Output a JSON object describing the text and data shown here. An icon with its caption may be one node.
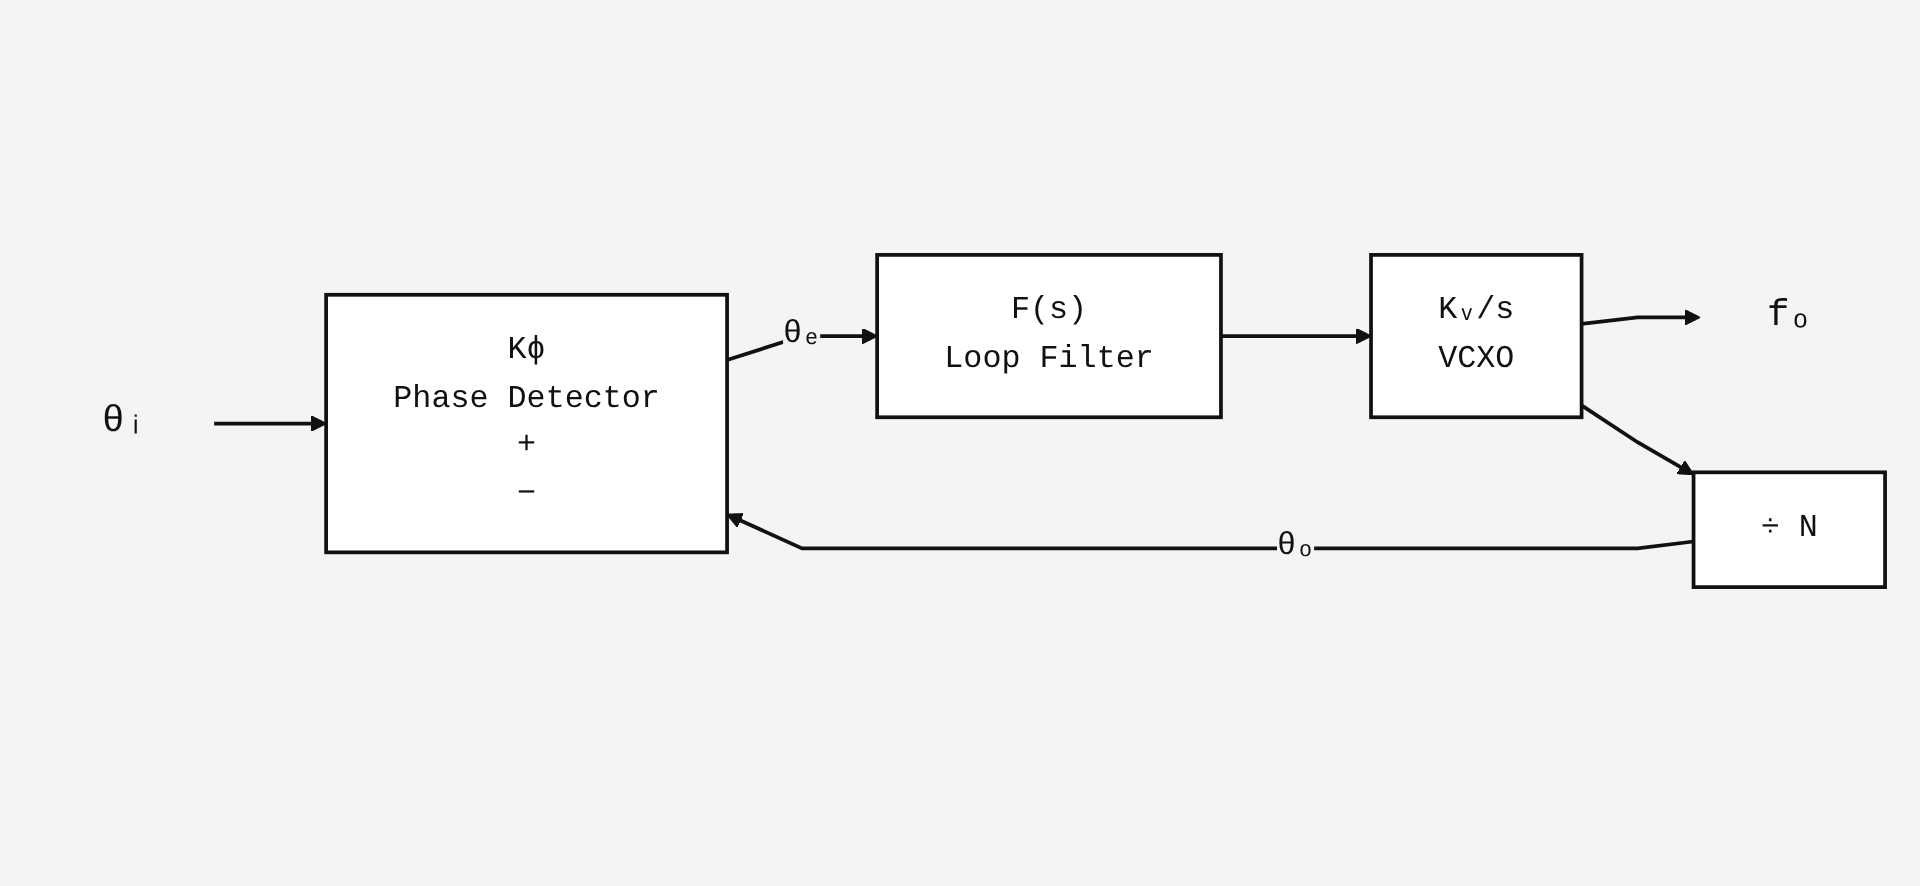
{
  "diagram": {
    "nodes": [
      {
        "text": [
          "θᵢ"
        ]
      },
      {
        "text": [
          "Kϕ",
          "Phase Detector",
          "+",
          "−"
        ]
      },
      {
        "text": [
          "F(s)",
          "Loop Filter"
        ]
      },
      {
        "text": [
          "Kᵥ/s",
          "VCXO"
        ]
      },
      {
        "text": [
          "fₒ"
        ]
      },
      {
        "text": [
          "÷ N"
        ]
      }
    ],
    "edges": [
      {
        "from": 0,
        "to": 1,
        "arrow": "to"
      },
      {
        "from": 1,
        "to": 2,
        "label": "θₑ",
        "arrow": "to"
      },
      {
        "from": 2,
        "to": 3,
        "arrow": "to"
      },
      {
        "from": 3,
        "to": 4,
        "arrow": "to"
      },
      {
        "from": 3,
        "to": 5,
        "arrow": "to"
      },
      {
        "from": 5,
        "to": 1,
        "label": "θₒ",
        "arrow": "to"
      }
    ]
  }
}
